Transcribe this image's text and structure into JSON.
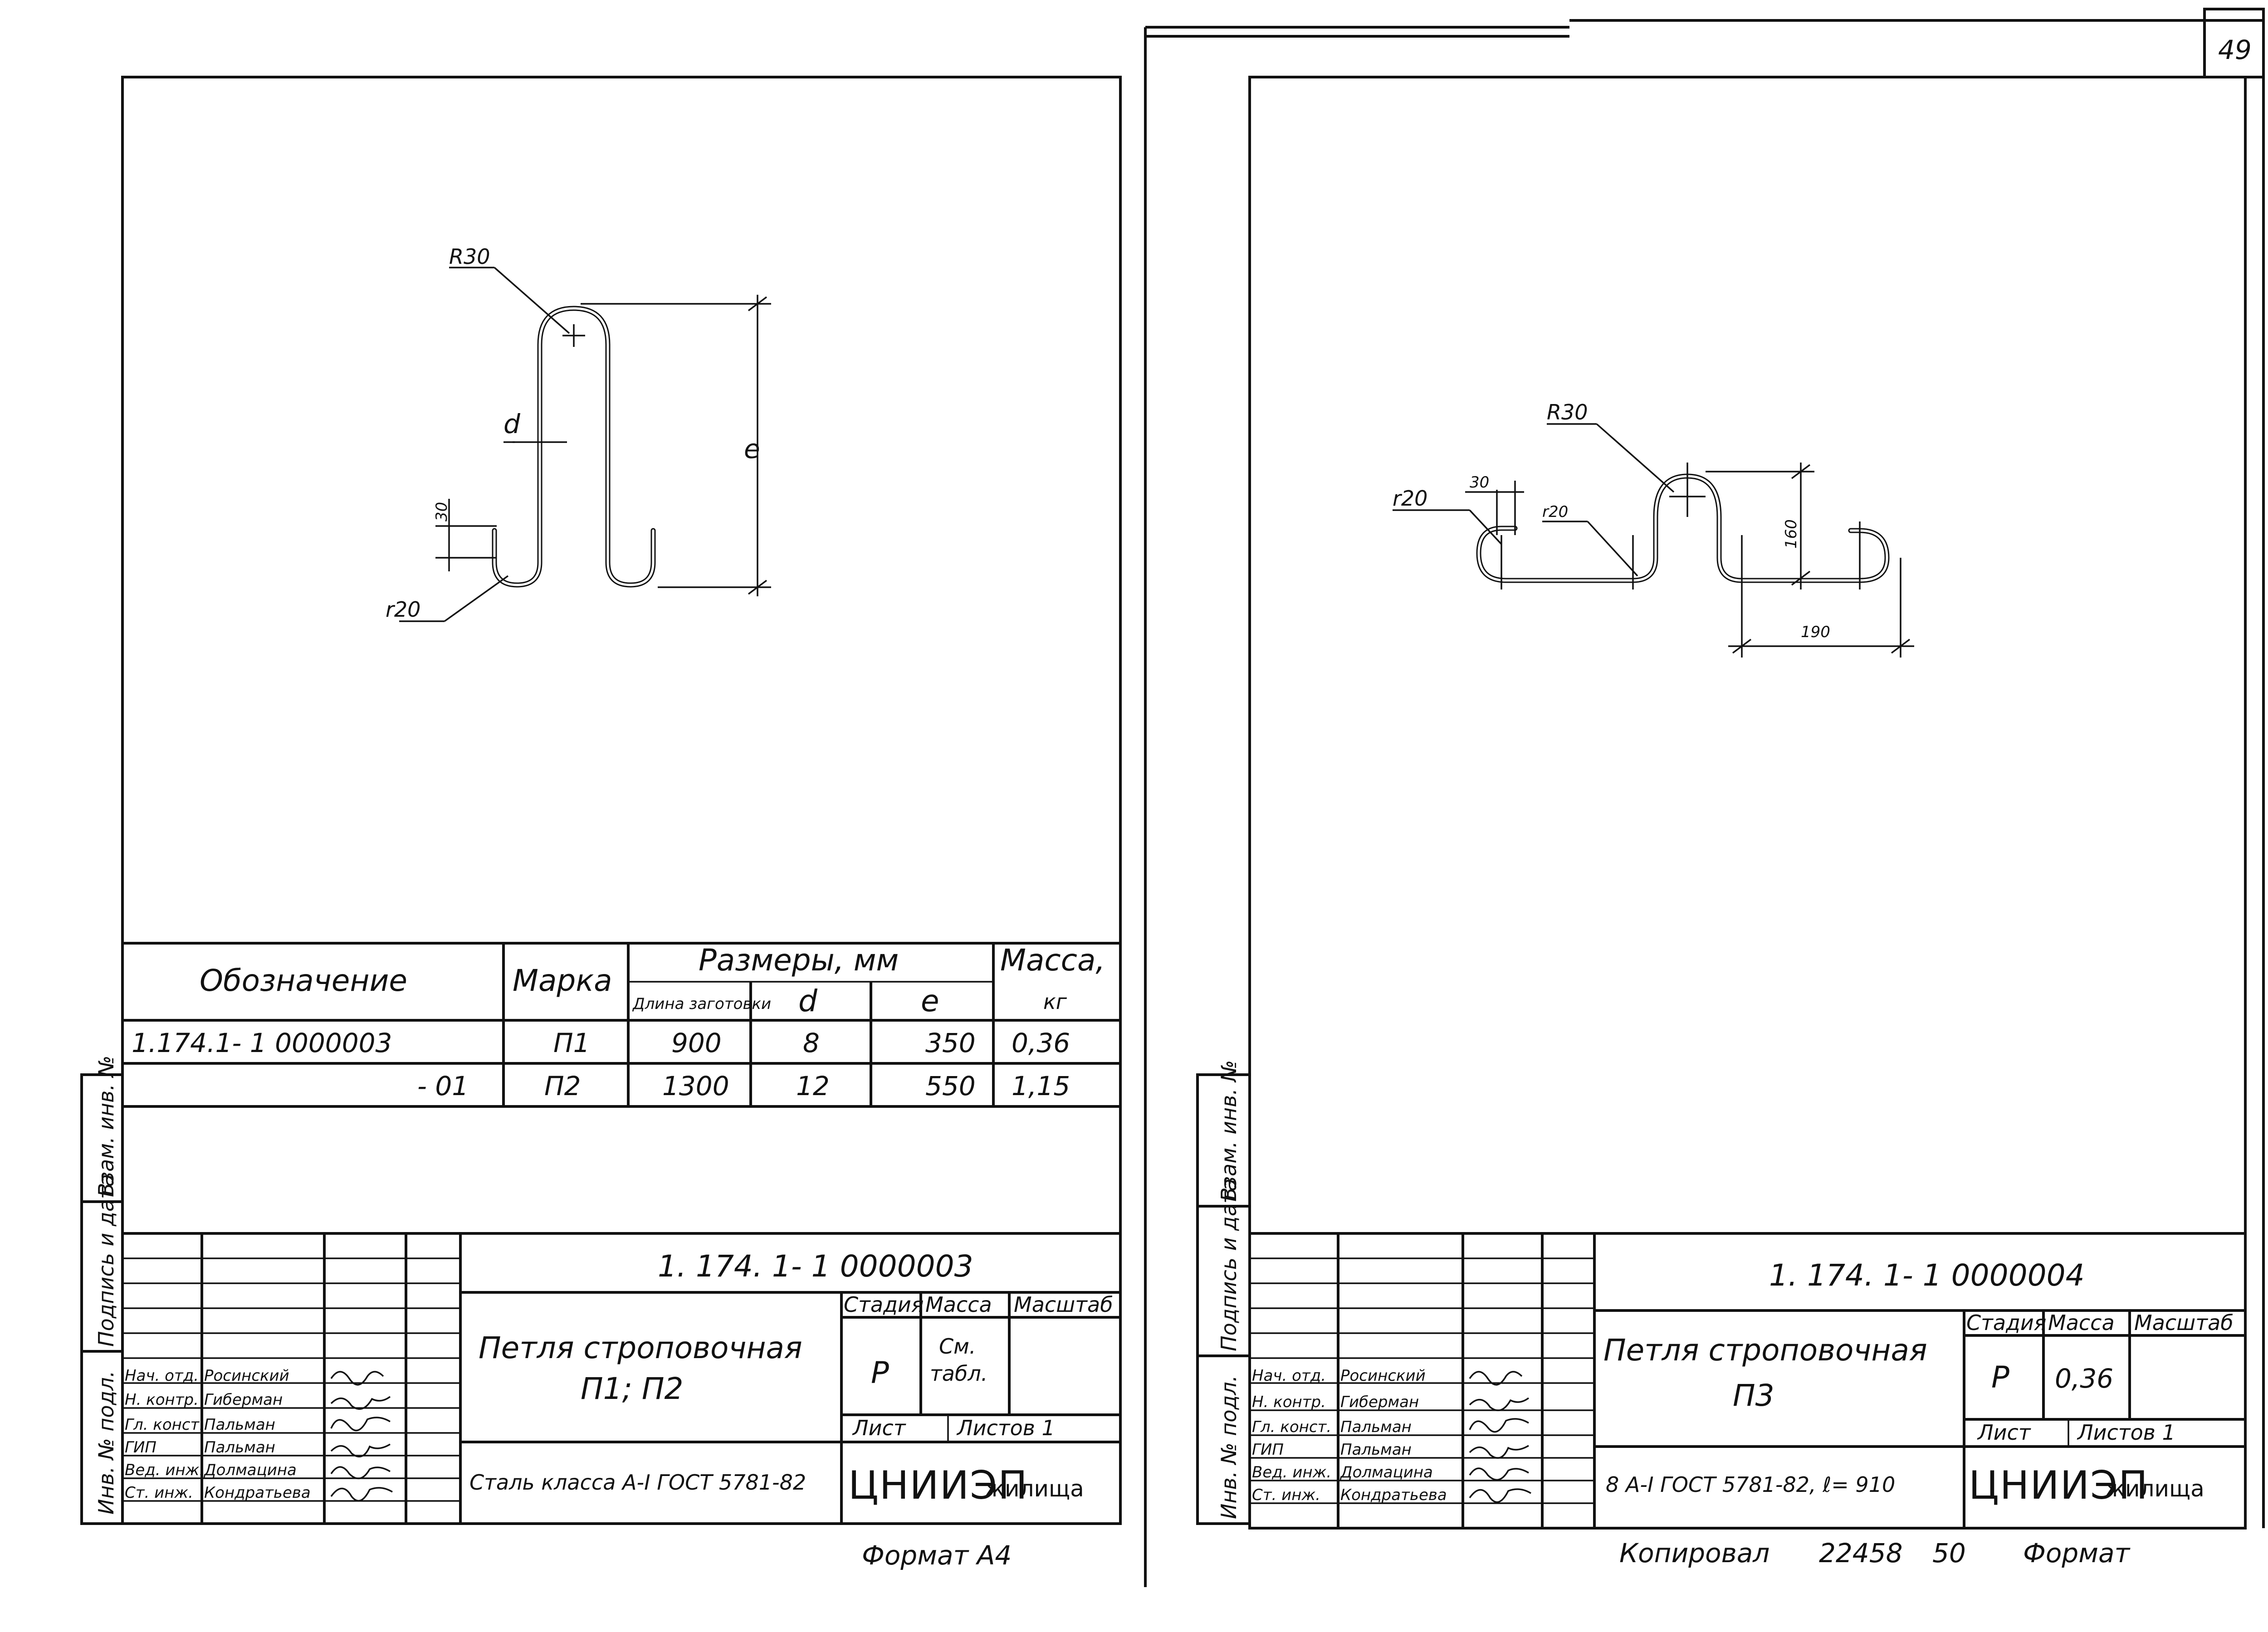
{
  "page_number": "49",
  "left_sheet": {
    "callouts": {
      "radius_top": "R30",
      "radius_bottom": "r20",
      "bar_diameter": "d",
      "height": "e",
      "hook_height": "30"
    },
    "spec_table": {
      "headers": {
        "designation": "Обозначение",
        "mark": "Марка",
        "dimensions": "Размеры, мм",
        "blank_length": "Длина заготовки",
        "d": "d",
        "e": "e",
        "mass": "Масса,",
        "mass_unit": "кг"
      },
      "rows": [
        {
          "designation": "1.174.1- 1    0000003",
          "mark": "П1",
          "blank_length": "900",
          "d": "8",
          "e": "350",
          "mass": "0,36"
        },
        {
          "designation": "- 01",
          "mark": "П2",
          "blank_length": "1300",
          "d": "12",
          "e": "550",
          "mass": "1,15"
        }
      ]
    },
    "side_labels": [
      "Взам. инв. №",
      "Подпись и дата",
      "Инв. № подл."
    ],
    "title_block": {
      "doc_code": "1. 174. 1- 1     0000003",
      "title_line1": "Петля строповочная",
      "title_line2": "П1; П2",
      "stage_label": "Стадия",
      "mass_label": "Масса",
      "scale_label": "Масштаб",
      "stage_value": "Р",
      "mass_value_1": "См.",
      "mass_value_2": "табл.",
      "sheet_label": "Лист",
      "sheets_label": "Листов 1",
      "material": "Сталь класса А-I ГОСТ 5781-82",
      "org": "ЦНИИЭП",
      "org_suffix": "жилища",
      "signatures": [
        {
          "role": "Нач. отд.",
          "name": "Росинский"
        },
        {
          "role": "Н. контр.",
          "name": "Гиберман"
        },
        {
          "role": "Гл. конст.",
          "name": "Пальман"
        },
        {
          "role": "ГИП",
          "name": "Пальман"
        },
        {
          "role": "Вед. инж.",
          "name": "Долмацина"
        },
        {
          "role": "Ст. инж.",
          "name": "Кондратьева"
        }
      ]
    },
    "format_note": "Формат А4"
  },
  "right_sheet": {
    "callouts": {
      "radius_top": "R30",
      "radius_left": "r20",
      "radius_mid": "r20",
      "hook_width": "30",
      "height": "160",
      "width": "190"
    },
    "side_labels": [
      "Взам. инв. №",
      "Подпись и дата",
      "Инв. № подл."
    ],
    "title_block": {
      "doc_code": "1. 174. 1- 1     0000004",
      "title_line1": "Петля строповочная",
      "title_line2": "П3",
      "stage_label": "Стадия",
      "mass_label": "Масса",
      "scale_label": "Масштаб",
      "stage_value": "Р",
      "mass_value": "0,36",
      "sheet_label": "Лист",
      "sheets_label": "Листов 1",
      "material": "8 А-I ГОСТ 5781-82,  ℓ= 910",
      "org": "ЦНИИЭП",
      "org_suffix": "жилища",
      "signatures": [
        {
          "role": "Нач. отд.",
          "name": "Росинский"
        },
        {
          "role": "Н. контр.",
          "name": "Гиберман"
        },
        {
          "role": "Гл. конст.",
          "name": "Пальман"
        },
        {
          "role": "ГИП",
          "name": "Пальман"
        },
        {
          "role": "Вед. инж.",
          "name": "Долмацина"
        },
        {
          "role": "Ст. инж.",
          "name": "Кондратьева"
        }
      ]
    },
    "footer": {
      "copied": "Копировал",
      "number": "22458",
      "num2": "50",
      "format": "Формат"
    }
  }
}
